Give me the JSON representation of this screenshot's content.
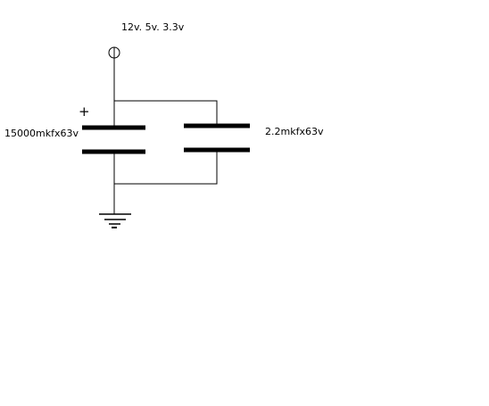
{
  "schematic": {
    "supply_label": "12v. 5v. 3.3v",
    "capacitor_1_label": "15000mkfx63v",
    "capacitor_2_label": "2.2mkfx63v",
    "polarity_mark": "+",
    "stroke_color": "#000000",
    "background_color": "#ffffff"
  }
}
